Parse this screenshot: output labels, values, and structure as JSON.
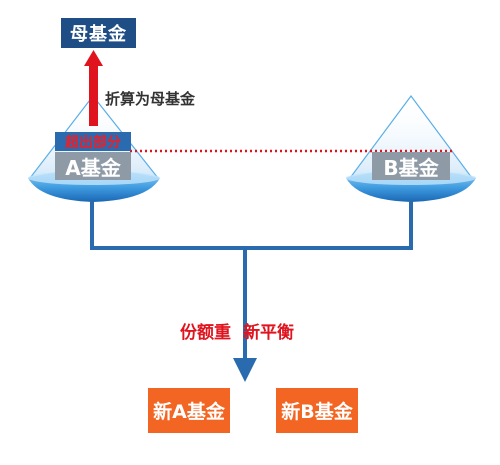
{
  "top_box": {
    "label": "母基金"
  },
  "convert_note": {
    "text": "折算为母基金"
  },
  "excess_label": {
    "text": "超出部分"
  },
  "left_pan": {
    "label": "A基金"
  },
  "right_pan": {
    "label": "B基金"
  },
  "center_note": {
    "part1": "份额重",
    "part2": "新平衡"
  },
  "bottom_boxes": [
    {
      "label": "新A基金"
    },
    {
      "label": "新B基金"
    }
  ],
  "colors": {
    "primary_blue": "#1f4e86",
    "beam_blue": "#2a6bb0",
    "accent_red": "#e0141e",
    "orange": "#f26522",
    "label_gray": "#8e9aa6"
  }
}
